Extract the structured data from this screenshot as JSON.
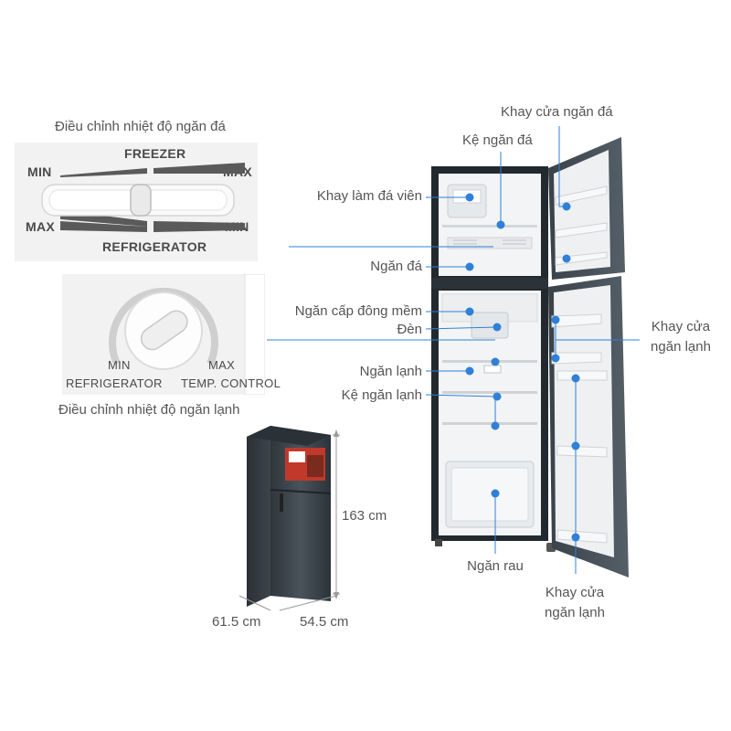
{
  "freezer_panel": {
    "caption": "Điều chỉnh nhiệt độ ngăn đá",
    "freezer_label": "FREEZER",
    "refrigerator_label": "REFRIGERATOR",
    "min_left": "MIN",
    "max_right": "MAX",
    "max_left": "MAX",
    "min_right": "MIN"
  },
  "fridge_panel": {
    "caption": "Điều chỉnh nhiệt độ ngăn lạnh",
    "min_label": "MIN",
    "max_label": "MAX",
    "refrigerator_label": "REFRIGERATOR",
    "temp_control_label": "TEMP. CONTROL"
  },
  "dimensions": {
    "height": "163 cm",
    "depth": "61.5 cm",
    "width": "54.5 cm"
  },
  "callouts": {
    "freezer_door_tray": "Khay cửa ngăn đá",
    "freezer_shelf": "Kệ ngăn đá",
    "ice_tray": "Khay làm đá viên",
    "freezer": "Ngăn đá",
    "soft_freeze": "Ngăn cấp đông mềm",
    "light": "Đèn",
    "fridge": "Ngăn lạnh",
    "fridge_shelf": "Kệ ngăn lạnh",
    "vegetable": "Ngăn rau",
    "fridge_door_tray_right_1": "Khay cửa",
    "fridge_door_tray_right_2": "ngăn lạnh",
    "fridge_door_tray_bottom_1": "Khay cửa",
    "fridge_door_tray_bottom_2": "ngăn lạnh"
  },
  "colors": {
    "accent": "#2f80d8",
    "panel_bg": "#f2f2f2",
    "fridge_body": "#3d454c"
  }
}
